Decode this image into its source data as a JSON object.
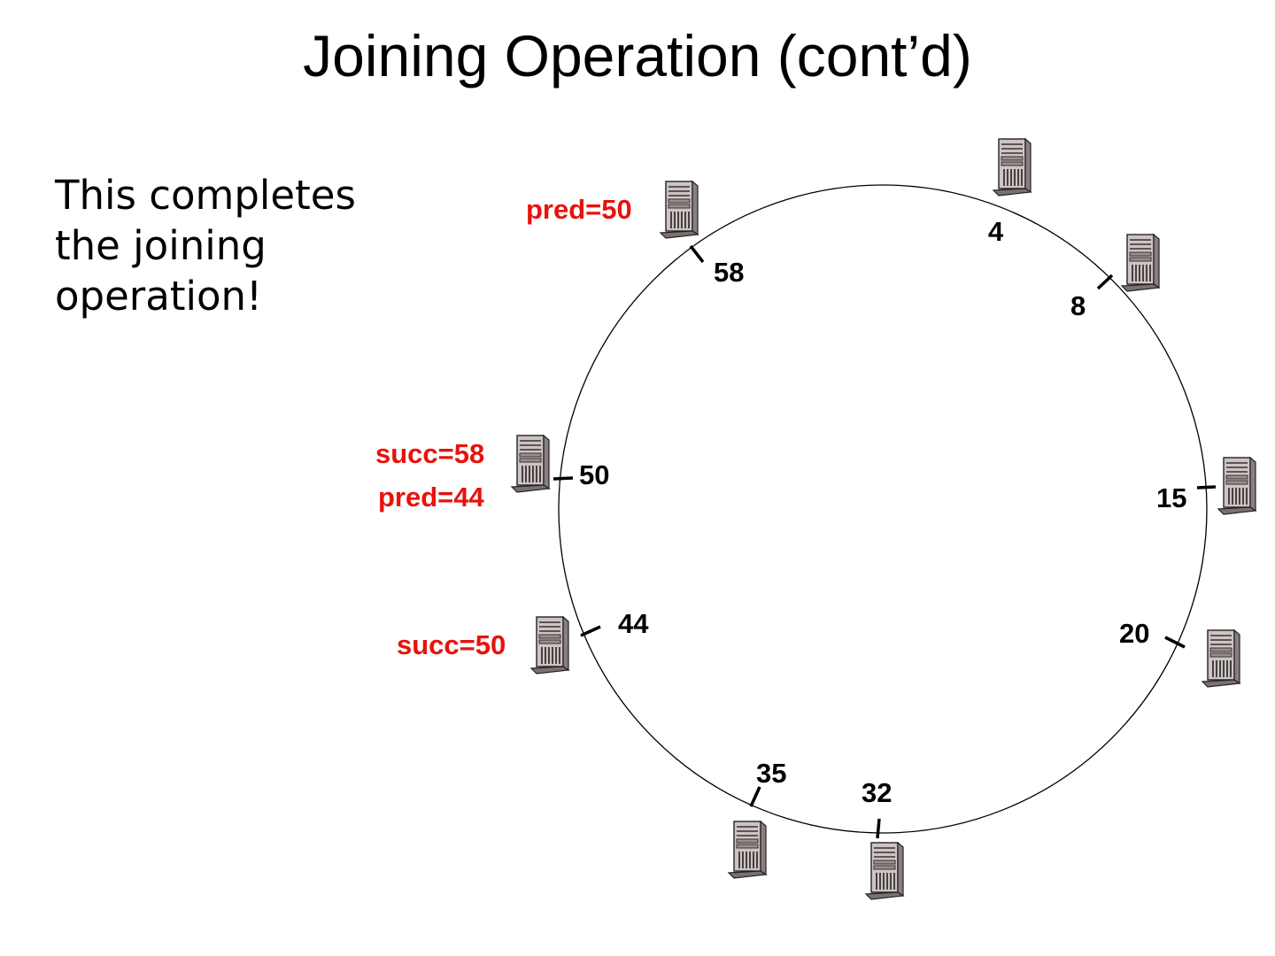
{
  "title": "Joining Operation (cont’d)",
  "note": [
    "This completes",
    "the joining",
    "operation!"
  ],
  "colors": {
    "annotation": "#e8120c",
    "ring": "#000000"
  },
  "ring": {
    "nodes": [
      {
        "id": "4",
        "label": "4"
      },
      {
        "id": "8",
        "label": "8"
      },
      {
        "id": "15",
        "label": "15"
      },
      {
        "id": "20",
        "label": "20"
      },
      {
        "id": "32",
        "label": "32"
      },
      {
        "id": "35",
        "label": "35"
      },
      {
        "id": "44",
        "label": "44"
      },
      {
        "id": "50",
        "label": "50"
      },
      {
        "id": "58",
        "label": "58"
      }
    ],
    "annotations": {
      "n58_pred": "pred=50",
      "n50_succ": "succ=58",
      "n50_pred": "pred=44",
      "n44_succ": "succ=50"
    }
  }
}
